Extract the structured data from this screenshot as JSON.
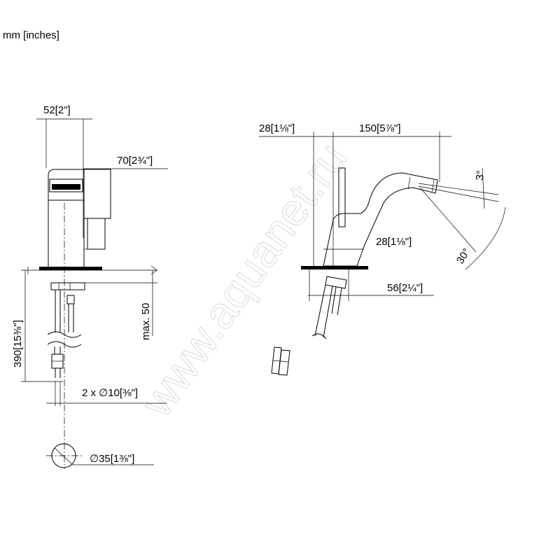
{
  "units_label": "mm [inches]",
  "watermark": "www.aquanet.ru",
  "dimensions": {
    "width_52": "52[2\"]",
    "depth_70": "70[2¾\"]",
    "height_390": "390[15⅜\"]",
    "max_50": "max. 50",
    "connections": "2 x ∅10[⅜\"]",
    "hole_35": "∅35[1⅜\"]",
    "offset_28_top": "28[1⅛\"]",
    "reach_150": "150[5⅞\"]",
    "angle_3": "3°",
    "angle_30": "30°",
    "offset_28_mid": "28[1⅛\"]",
    "base_56": "56[2¼\"]"
  }
}
